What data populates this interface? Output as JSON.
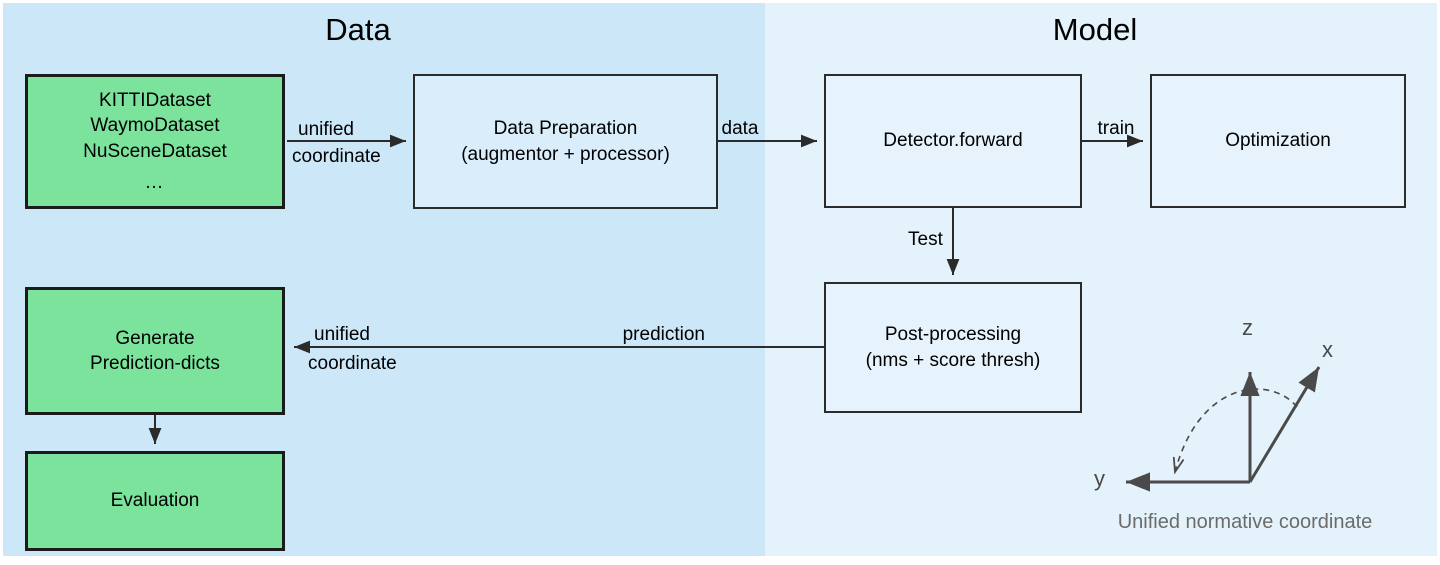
{
  "panels": {
    "data": {
      "title": "Data",
      "bg": "#cce7f8"
    },
    "model": {
      "title": "Model",
      "bg": "#e4f2fb"
    }
  },
  "colors": {
    "green_box": "#7BE39B",
    "box_border": "#1b1b1b",
    "plain_box": "#daedfa",
    "plain_box_model": "#e7f3fc",
    "coord_gray": "#4a4a4a",
    "caption_gray": "#6b6b6b"
  },
  "boxes": {
    "datasets": {
      "lines": [
        "KITTIDataset",
        "WaymoDataset",
        "NuSceneDataset"
      ],
      "dots": "…"
    },
    "data_preparation": {
      "line1": "Data Preparation",
      "line2": "(augmentor + processor)"
    },
    "detector": {
      "label": "Detector.forward"
    },
    "optimization": {
      "label": "Optimization"
    },
    "post_processing": {
      "line1": "Post-processing",
      "line2": "(nms + score thresh)"
    },
    "generate_prediction_dicts": {
      "line1": "Generate",
      "line2": "Prediction-dicts"
    },
    "evaluation": {
      "label": "Evaluation"
    }
  },
  "edges": {
    "datasets_to_prep_top": "unified",
    "datasets_to_prep_bottom": "coordinate",
    "prep_to_detector": "data",
    "detector_to_optimization": "train",
    "detector_to_postproc": "Test",
    "postproc_to_genpred": "prediction",
    "postproc_to_genpred_top": "unified",
    "postproc_to_genpred_bottom": "coordinate"
  },
  "coordinate_system": {
    "axis_z": "z",
    "axis_x": "x",
    "axis_y": "y",
    "caption": "Unified normative coordinate"
  }
}
